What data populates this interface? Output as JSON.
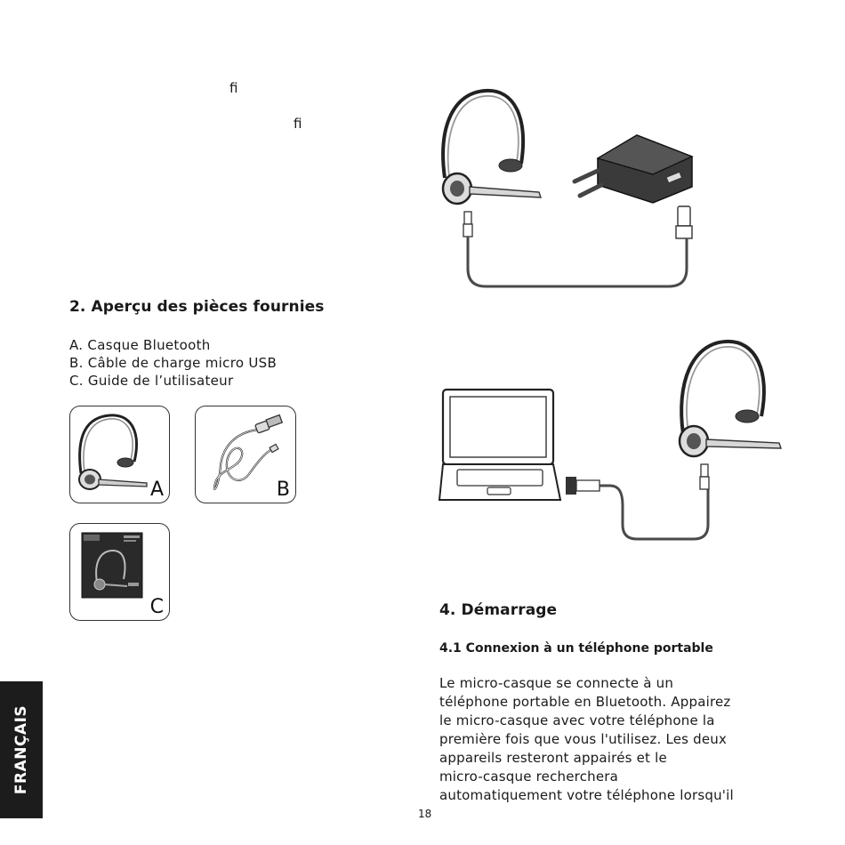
{
  "fragments": {
    "lig1": "ﬁ",
    "lig2": "ﬁ"
  },
  "section2": {
    "heading": "2. Aperçu des pièces fournies",
    "items": [
      "A. Casque Bluetooth",
      "B. Câble de charge micro USB",
      "C. Guide de l’utilisateur"
    ],
    "labels": {
      "a": "A",
      "b": "B",
      "c": "C"
    }
  },
  "section4": {
    "heading": "4. Démarrage",
    "sub_heading": "4.1  Connexion à un téléphone portable",
    "paragraph_lines": [
      "Le micro-casque se connecte à un",
      "téléphone portable en Bluetooth. Appairez",
      "le micro-casque avec votre téléphone la",
      "première fois que vous l'utilisez. Les deux",
      "appareils resteront appairés et le",
      "micro-casque recherchera",
      "automatiquement votre téléphone lorsqu'il"
    ]
  },
  "side_tab": "FRANÇAIS",
  "page_number": "18"
}
